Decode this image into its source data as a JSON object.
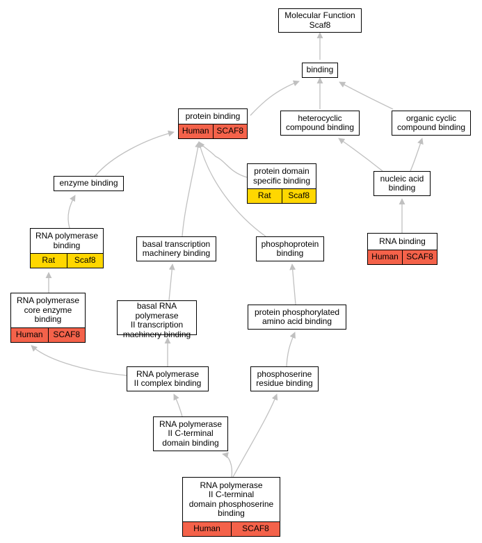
{
  "colors": {
    "edge": "#c0c0c0",
    "human": "#f4624a",
    "rat": "#ffd700",
    "node_fill": "#ffffff",
    "border": "#000000"
  },
  "nodes": [
    {
      "id": "mf",
      "name": "node-molecular-function",
      "label": "Molecular Function\nScaf8"
    },
    {
      "id": "binding",
      "name": "node-binding",
      "label": "binding"
    },
    {
      "id": "protein",
      "name": "node-protein-binding",
      "label": "protein binding",
      "annot": [
        "Human",
        "SCAF8"
      ],
      "annot_color": "human"
    },
    {
      "id": "hetero",
      "name": "node-heterocyclic-compound-binding",
      "label": "heterocyclic\ncompound binding"
    },
    {
      "id": "organic",
      "name": "node-organic-cyclic-compound-binding",
      "label": "organic cyclic\ncompound binding"
    },
    {
      "id": "enzyme",
      "name": "node-enzyme-binding",
      "label": "enzyme binding"
    },
    {
      "id": "pdomain",
      "name": "node-protein-domain-specific-binding",
      "label": "protein domain\nspecific binding",
      "annot": [
        "Rat",
        "Scaf8"
      ],
      "annot_color": "rat"
    },
    {
      "id": "nucleic",
      "name": "node-nucleic-acid-binding",
      "label": "nucleic acid\nbinding"
    },
    {
      "id": "rnapol",
      "name": "node-rna-polymerase-binding",
      "label": "RNA polymerase\nbinding",
      "annot": [
        "Rat",
        "Scaf8"
      ],
      "annot_color": "rat"
    },
    {
      "id": "basal",
      "name": "node-basal-transcription-machinery-binding",
      "label": "basal transcription\nmachinery binding"
    },
    {
      "id": "phosphoprotein",
      "name": "node-phosphoprotein-binding",
      "label": "phosphoprotein\nbinding"
    },
    {
      "id": "rnab",
      "name": "node-rna-binding",
      "label": "RNA binding",
      "annot": [
        "Human",
        "SCAF8"
      ],
      "annot_color": "human"
    },
    {
      "id": "core",
      "name": "node-rna-polymerase-core-enzyme-binding",
      "label": "RNA polymerase\ncore enzyme\nbinding",
      "annot": [
        "Human",
        "SCAF8"
      ],
      "annot_color": "human"
    },
    {
      "id": "basal2",
      "name": "node-basal-rna-polymerase-ii-binding",
      "label": "basal RNA polymerase\nII transcription\nmachinery binding"
    },
    {
      "id": "ppaa",
      "name": "node-protein-phosphorylated-amino-acid-binding",
      "label": "protein phosphorylated\namino acid binding"
    },
    {
      "id": "complex",
      "name": "node-rna-polymerase-ii-complex-binding",
      "label": "RNA polymerase\nII complex binding"
    },
    {
      "id": "pser",
      "name": "node-phosphoserine-residue-binding",
      "label": "phosphoserine\nresidue binding"
    },
    {
      "id": "ctd",
      "name": "node-rna-polymerase-ii-ctd-binding",
      "label": "RNA polymerase\nII C-terminal\ndomain binding"
    },
    {
      "id": "ctdps",
      "name": "node-rna-polymerase-ii-ctd-phosphoserine-binding",
      "label": "RNA polymerase\nII C-terminal\ndomain phosphoserine\nbinding",
      "annot": [
        "Human",
        "SCAF8"
      ],
      "annot_color": "human"
    }
  ]
}
